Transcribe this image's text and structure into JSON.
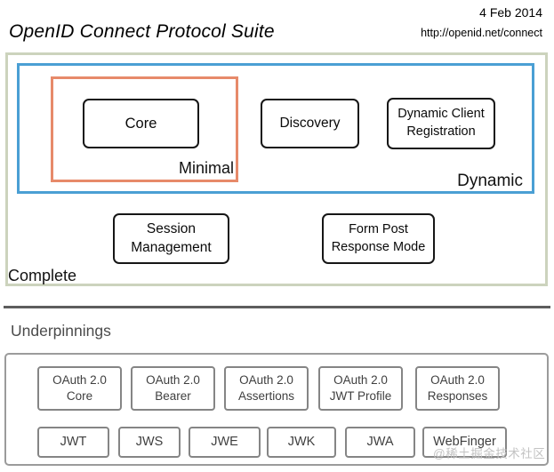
{
  "header": {
    "title": "OpenID Connect Protocol Suite",
    "date": "4 Feb 2014",
    "url": "http://openid.net/connect"
  },
  "diagram": {
    "groups": {
      "complete_label": "Complete",
      "dynamic_label": "Dynamic",
      "minimal_label": "Minimal"
    },
    "boxes": {
      "core": "Core",
      "discovery": "Discovery",
      "dynamic_client_registration": "Dynamic Client\nRegistration",
      "session_management": "Session\nManagement",
      "form_post_response_mode": "Form Post\nResponse Mode"
    },
    "colors": {
      "complete_border": "#ccd3bd",
      "dynamic_border": "#4a9fd4",
      "minimal_border": "#e78a6a",
      "spec_border": "#161616",
      "underpinnings_border": "#9b9b9b"
    }
  },
  "underpinnings": {
    "label": "Underpinnings",
    "row1": [
      "OAuth 2.0\nCore",
      "OAuth 2.0\nBearer",
      "OAuth 2.0\nAssertions",
      "OAuth 2.0\nJWT Profile",
      "OAuth 2.0\nResponses"
    ],
    "row2": [
      "JWT",
      "JWS",
      "JWE",
      "JWK",
      "JWA",
      "WebFinger"
    ]
  },
  "watermark": "@稀土掘金技术社区"
}
